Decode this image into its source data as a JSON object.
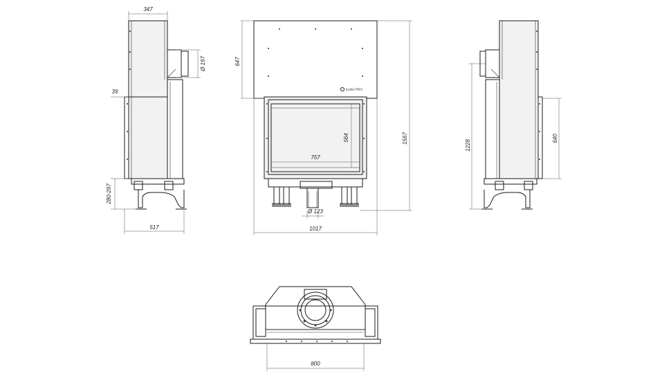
{
  "dimensions": {
    "side_depth_top": "347",
    "outlet_diameter": "Ø 197",
    "side_offset": "39",
    "leg_height": "280-297",
    "side_depth_bottom": "517",
    "front_top_height": "647",
    "glass_width": "757",
    "glass_height": "564",
    "total_height": "1567",
    "air_inlet_diameter": "Ø 123",
    "front_width": "1017",
    "right_height_total": "1228",
    "right_height_door": "640",
    "top_view_width": "800"
  },
  "brand_label": "kratki PRO",
  "colors": {
    "line": "#1a1a1a",
    "dimension": "#555555"
  }
}
